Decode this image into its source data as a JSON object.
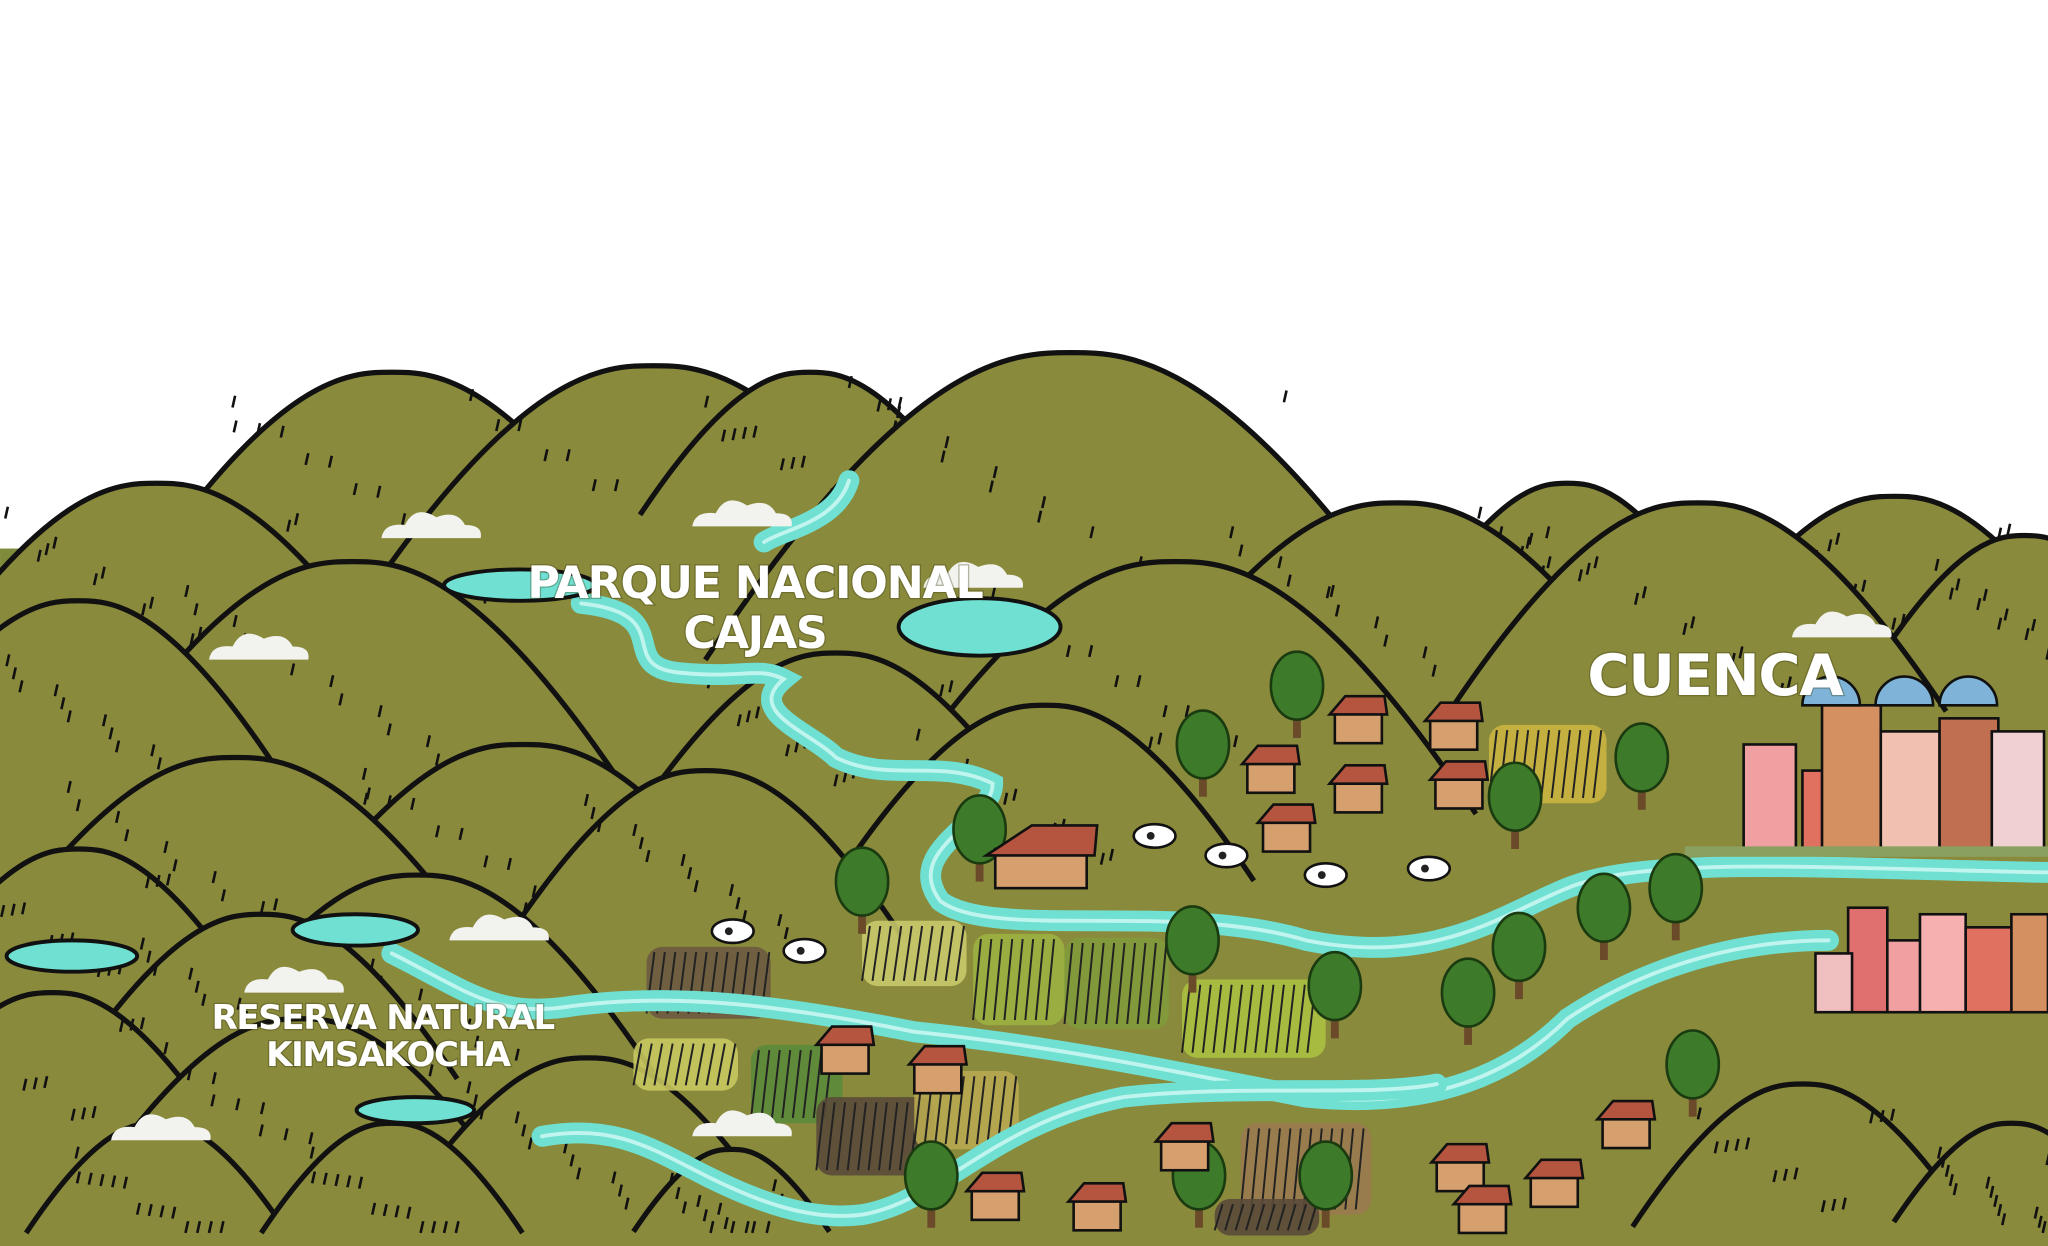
{
  "map": {
    "labels": {
      "cajas_line1": "PARQUE NACIONAL",
      "cajas_line2": "CAJAS",
      "cuenca": "CUENCA",
      "kimsakocha_line1": "RESERVA NATURAL",
      "kimsakocha_line2": "KIMSAKOCHA"
    },
    "colors": {
      "mountain": "#8a8a3c",
      "ground": "#7f8a3a",
      "river": "#6fe0d2",
      "outline": "#111111",
      "roof": "#b5553f",
      "wall": "#d6a06e",
      "tree": "#3d7a2a",
      "dome": "#7fb4d8"
    }
  }
}
